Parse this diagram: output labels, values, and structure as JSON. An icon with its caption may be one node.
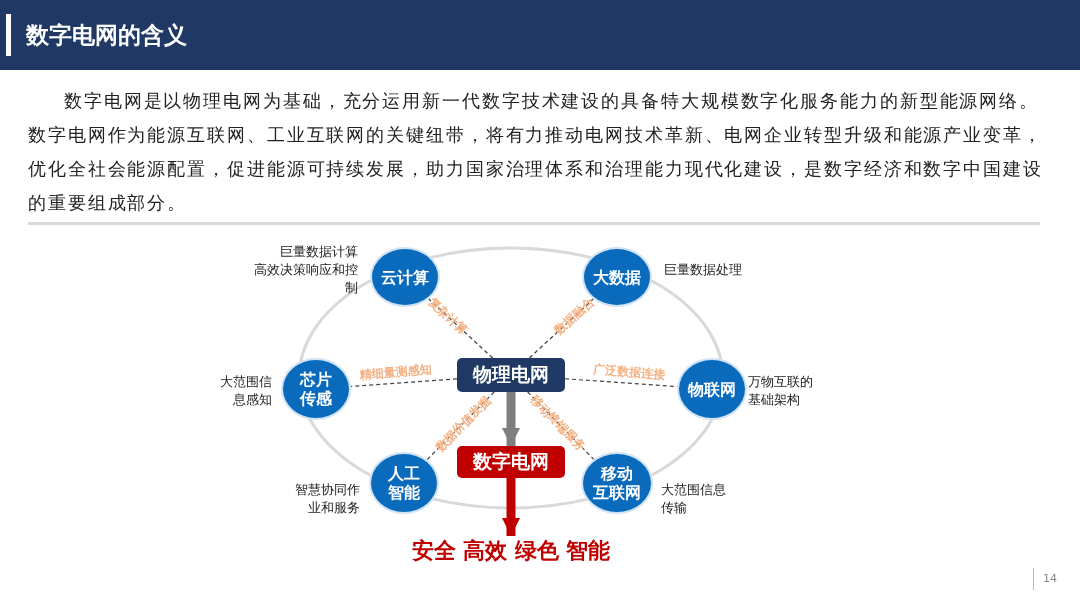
{
  "diagram": {
    "title": "数字电网的含义",
    "nodes": [
      {
        "text": [
          "物理电网"
        ]
      },
      {
        "text": [
          "云计算"
        ],
        "beside": [
          "巨量数据计算",
          "高效决策响应和控制"
        ]
      },
      {
        "text": [
          "大数据"
        ],
        "beside": [
          "巨量数据处理"
        ]
      },
      {
        "text": [
          "芯片传感"
        ],
        "beside": [
          "大范围信息感知"
        ]
      },
      {
        "text": [
          "物联网"
        ],
        "beside": [
          "万物互联的基础架构"
        ]
      },
      {
        "text": [
          "人工智能"
        ],
        "beside": [
          "智慧协同作业和服务"
        ]
      },
      {
        "text": [
          "移动互联网"
        ],
        "beside": [
          "大范围信息传输"
        ]
      },
      {
        "text": [
          "数字电网"
        ]
      },
      {
        "text": [
          "安全 高效 绿色 智能"
        ]
      }
    ],
    "edges": [
      {
        "from": 0,
        "to": 1,
        "arrow": "none",
        "label": "复杂计算",
        "style": "dashed"
      },
      {
        "from": 0,
        "to": 2,
        "arrow": "none",
        "label": "数据融合",
        "style": "dashed"
      },
      {
        "from": 0,
        "to": 3,
        "arrow": "none",
        "label": "精细量测感知",
        "style": "dashed"
      },
      {
        "from": 0,
        "to": 4,
        "arrow": "none",
        "label": "广泛数据连接",
        "style": "dashed"
      },
      {
        "from": 0,
        "to": 5,
        "arrow": "none",
        "label": "数据价值发掘",
        "style": "dashed"
      },
      {
        "from": 0,
        "to": 6,
        "arrow": "none",
        "label": "移动终端服务",
        "style": "dashed"
      },
      {
        "from": 0,
        "to": 7,
        "arrow": "to",
        "style": "thick",
        "color": "#7f7f7f"
      },
      {
        "from": 7,
        "to": 8,
        "arrow": "to",
        "style": "thick",
        "color": "#c00000"
      }
    ],
    "labels": [
      "数字电网是以物理电网为基础，充分运用新一代数字技术建设的具备特大规模数字化服务能力的新型能源网络。数字电网作为能源互联网、工业互联网的关键纽带，将有力推动电网技术革新、电网企业转型升级和能源产业变革，优化全社会能源配置，促进能源可持续发展，助力国家治理体系和治理能力现代化建设，是数字经济和数字中国建设的重要组成部分。",
      "14"
    ]
  }
}
